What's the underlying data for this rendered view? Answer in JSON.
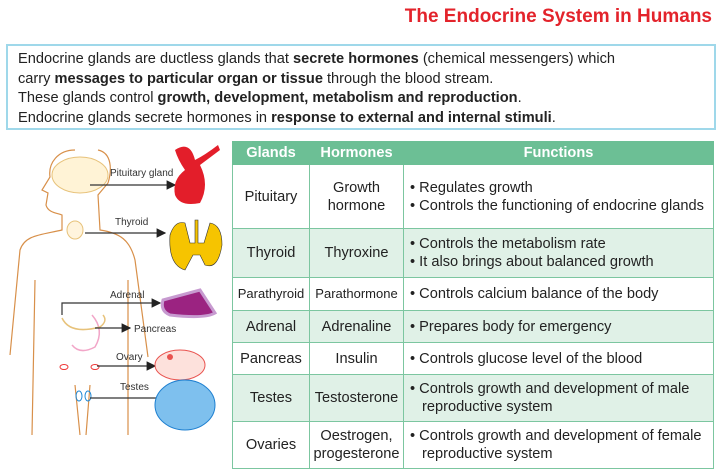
{
  "title": "The Endocrine System in Humans",
  "intro": [
    [
      "Endocrine glands are ductless glands that ",
      "secrete hormones",
      " (chemical messengers) which"
    ],
    [
      "carry ",
      "messages to particular organ or tissue",
      " through the blood stream."
    ],
    [
      "These glands control ",
      "growth, development, metabolism and reproduction",
      "."
    ],
    [
      "Endocrine glands secrete hormones in ",
      "response to external and internal stimuli",
      "."
    ]
  ],
  "figure_labels": {
    "pituitary": "Pituitary gland",
    "thyroid": "Thyroid",
    "adrenal": "Adrenal",
    "pancreas": "Pancreas",
    "ovary": "Ovary",
    "testes": "Testes"
  },
  "table": {
    "headers": [
      "Glands",
      "Hormones",
      "Functions"
    ],
    "rows": [
      {
        "gland": "Pituitary",
        "hormone": "Growth hormone",
        "functions": [
          "Regulates growth",
          "Controls the functioning of endocrine glands"
        ]
      },
      {
        "gland": "Thyroid",
        "hormone": "Thyroxine",
        "functions": [
          "Controls the metabolism rate",
          "It also brings about balanced growth"
        ]
      },
      {
        "gland": "Parathyroid",
        "hormone": "Parathormone",
        "functions": [
          "Controls calcium balance of the body"
        ]
      },
      {
        "gland": "Adrenal",
        "hormone": "Adrenaline",
        "functions": [
          "Prepares body for emergency"
        ]
      },
      {
        "gland": "Pancreas",
        "hormone": "Insulin",
        "functions": [
          "Controls glucose level of the blood"
        ]
      },
      {
        "gland": "Testes",
        "hormone": "Testosterone",
        "functions": [
          "Controls growth and development of male reproductive system"
        ]
      },
      {
        "gland": "Ovaries",
        "hormone": "Oestrogen, progesterone",
        "functions": [
          "Controls growth and development of female reproductive system"
        ]
      }
    ]
  }
}
